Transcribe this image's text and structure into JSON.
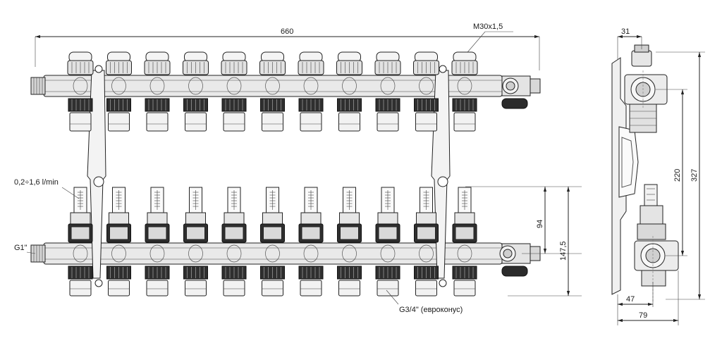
{
  "labels": {
    "overall_width": "660",
    "cap_thread": "M30x1,5",
    "flowmeter_range": "0,2÷1,6 l/min",
    "inlet_thread": "G1\"",
    "outlet_thread": "G3/4\" (евроконус)",
    "flowmeter_offset": "94",
    "axis_offset": "147,5",
    "side_depth_top": "31",
    "side_spacing": "220",
    "side_height": "327",
    "side_depth_a": "47",
    "side_depth_b": "79"
  },
  "circuits": 11
}
